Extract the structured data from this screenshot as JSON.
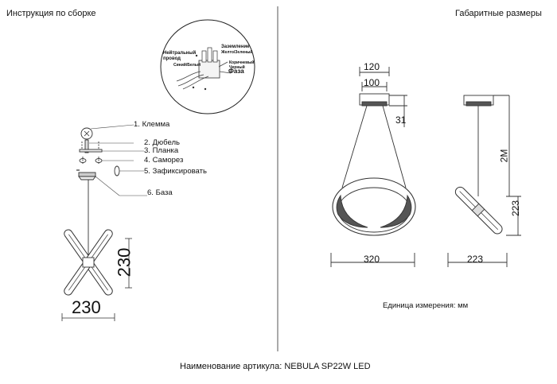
{
  "header": {
    "left_title": "Инструкция по сборке",
    "right_title": "Габаритные размеры"
  },
  "wiring": {
    "neutral": "Нейтральный провод",
    "neutral_sub": "Синий/Белый",
    "ground": "Заземление",
    "ground_sub": "Желто/Зеленый",
    "phase": "Фаза",
    "phase_sub": "Коричневый Черный"
  },
  "assembly_parts": [
    {
      "num": "1.",
      "label": "Клемма"
    },
    {
      "num": "2.",
      "label": "Дюбель"
    },
    {
      "num": "3.",
      "label": "Планка"
    },
    {
      "num": "4.",
      "label": "Саморез"
    },
    {
      "num": "5.",
      "label": "Зафиксировать"
    },
    {
      "num": "6.",
      "label": "База"
    }
  ],
  "left_dims": {
    "width": "230",
    "height": "230"
  },
  "front_dims": {
    "canopy_outer": "120",
    "canopy_inner": "100",
    "canopy_height": "31",
    "width": "320"
  },
  "side_dims": {
    "cable": "2M",
    "lamp_height": "223",
    "width": "223"
  },
  "units_note": "Единица измерения: мм",
  "footer": "Наименование артикула: NEBULA SP22W LED"
}
